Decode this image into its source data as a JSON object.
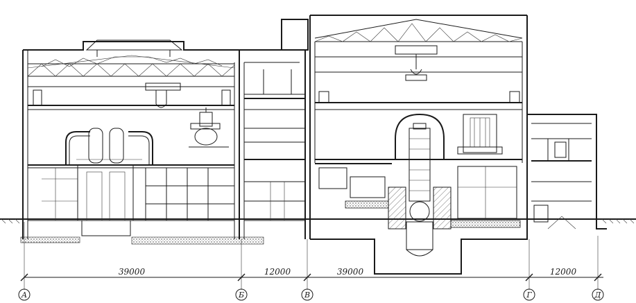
{
  "dimensions": [
    {
      "id": "dim-a-b",
      "label": "39000"
    },
    {
      "id": "dim-b-v",
      "label": "12000"
    },
    {
      "id": "dim-v-g",
      "label": "39000"
    },
    {
      "id": "dim-g-d",
      "label": "12000"
    }
  ],
  "axes": [
    {
      "id": "axis-a",
      "label": "А"
    },
    {
      "id": "axis-b",
      "label": "Б"
    },
    {
      "id": "axis-v",
      "label": "В"
    },
    {
      "id": "axis-g",
      "label": "Г"
    },
    {
      "id": "axis-d",
      "label": "Д"
    }
  ]
}
